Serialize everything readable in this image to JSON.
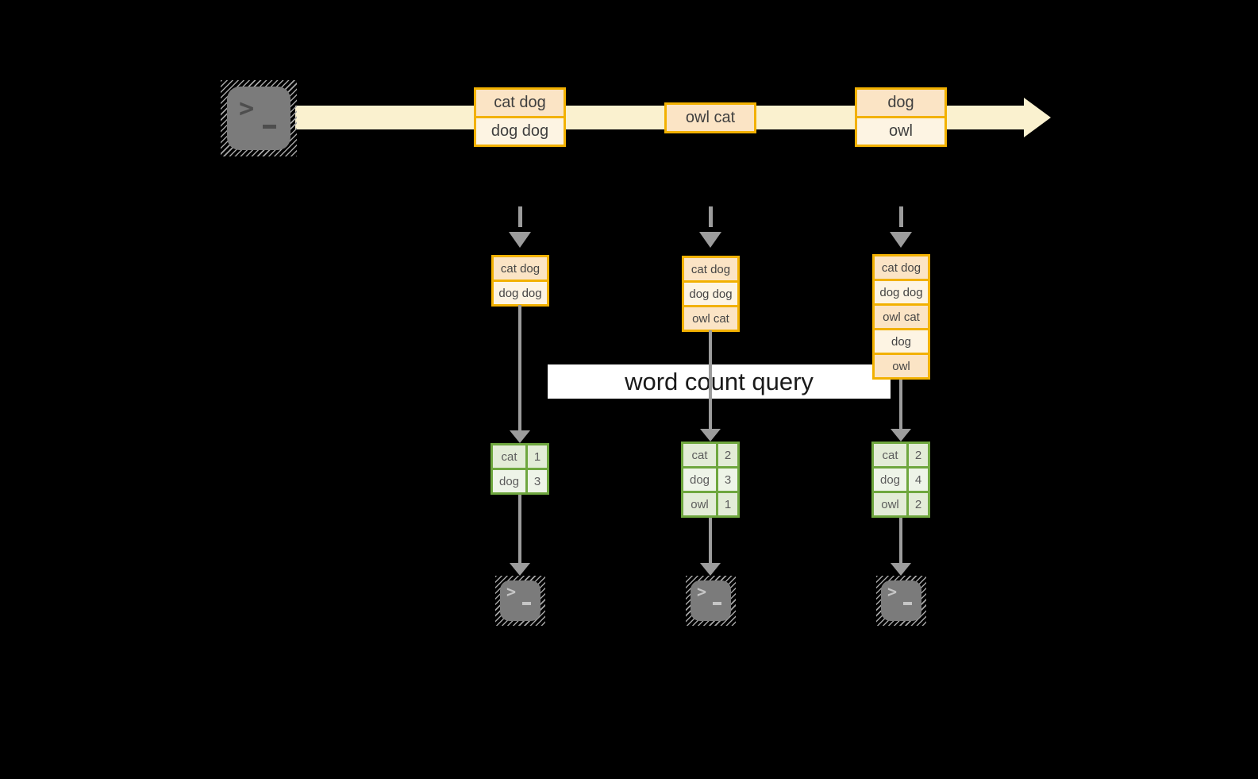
{
  "colors": {
    "background": "#000000",
    "stream_band": "#faf1cf",
    "event_border": "#f2b101",
    "event_fill_dark": "#fbe4c5",
    "event_fill_light": "#fdf4e3",
    "table_border": "#6fa73f",
    "table_fill_dark": "#e3ecd7",
    "table_fill_light": "#eef4e8",
    "arrow_gray": "#9c9c9c",
    "terminal_gray": "#7b7b7b",
    "banner_bg": "#ffffff"
  },
  "icons": {
    "prompt_chevron": ">"
  },
  "banner": {
    "label": "word count query"
  },
  "stream": {
    "event1": {
      "rows": [
        "cat dog",
        "dog dog"
      ]
    },
    "event2": {
      "rows": [
        "owl cat"
      ]
    },
    "event3": {
      "rows": [
        "dog",
        "owl"
      ]
    }
  },
  "columns": [
    {
      "buffer": [
        "cat dog",
        "dog dog"
      ],
      "counts": [
        {
          "word": "cat",
          "count": "1"
        },
        {
          "word": "dog",
          "count": "3"
        }
      ]
    },
    {
      "buffer": [
        "cat dog",
        "dog dog",
        "owl cat"
      ],
      "counts": [
        {
          "word": "cat",
          "count": "2"
        },
        {
          "word": "dog",
          "count": "3"
        },
        {
          "word": "owl",
          "count": "1"
        }
      ]
    },
    {
      "buffer": [
        "cat dog",
        "dog dog",
        "owl cat",
        "dog",
        "owl"
      ],
      "counts": [
        {
          "word": "cat",
          "count": "2"
        },
        {
          "word": "dog",
          "count": "4"
        },
        {
          "word": "owl",
          "count": "2"
        }
      ]
    }
  ]
}
